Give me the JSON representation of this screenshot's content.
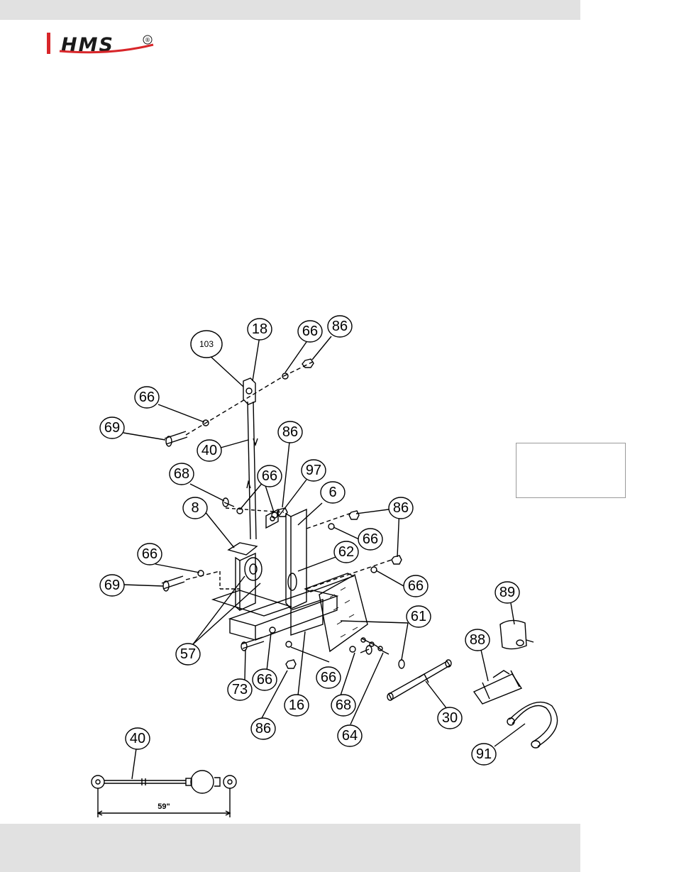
{
  "header": {
    "logo_text": "HMS",
    "logo_mark": "®",
    "brand_color": "#d8262a"
  },
  "diagram": {
    "part_labels": {
      "p103": "103",
      "p18": "18",
      "p66a": "66",
      "p86a": "86",
      "p66b": "66",
      "p69a": "69",
      "p40a": "40",
      "p86b": "86",
      "p68a": "68",
      "p66c": "66",
      "p97": "97",
      "p8": "8",
      "p6": "6",
      "p86c": "86",
      "p66d": "66",
      "p66e": "66",
      "p62": "62",
      "p69b": "69",
      "p66f": "66",
      "p61": "61",
      "p89": "89",
      "p88": "88",
      "p57": "57",
      "p73": "73",
      "p66g": "66",
      "p66h": "66",
      "p16": "16",
      "p68b": "68",
      "p64": "64",
      "p30": "30",
      "p86d": "86",
      "p91": "91",
      "p40b": "40"
    },
    "cable_dimension": "59\""
  }
}
